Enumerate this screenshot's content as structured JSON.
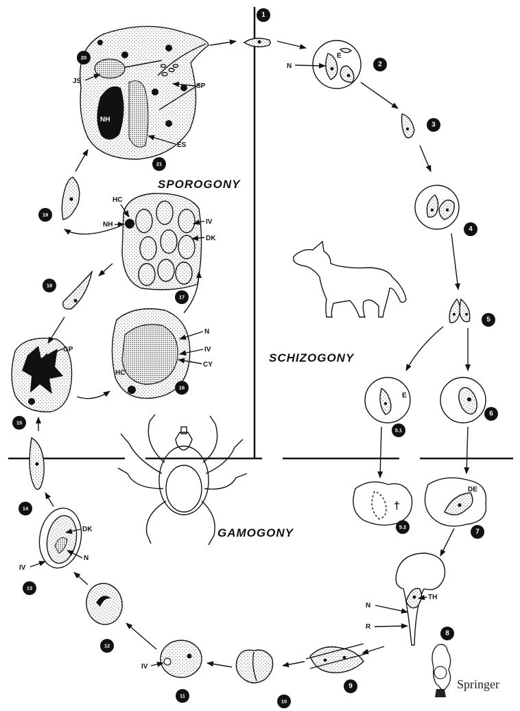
{
  "phases": {
    "sporogony": "SPOROGONY",
    "schizogony": "SCHIZOGONY",
    "gamogony": "GAMOGONY"
  },
  "stages": [
    "1",
    "2",
    "3",
    "4",
    "5",
    "5.1",
    "5.2",
    "6",
    "7",
    "8",
    "9",
    "10",
    "11",
    "12",
    "13",
    "14",
    "15",
    "16",
    "17",
    "18",
    "19",
    "20",
    "21"
  ],
  "labels": {
    "E_2": "E",
    "N_2": "N",
    "E_51": "E",
    "dagger": "†",
    "DE": "DE",
    "TH": "TH",
    "N_8": "N",
    "R": "R",
    "IV_11": "IV",
    "DK_13": "DK",
    "N_13": "N",
    "IV_13": "IV",
    "GP": "GP",
    "HC_16": "HC",
    "N_16": "N",
    "IV_16": "IV",
    "CY": "CY",
    "HC_17": "HC",
    "NH_17": "NH",
    "IV_17": "IV",
    "DK_17": "DK",
    "JS": "JS",
    "SP": "SP",
    "NH_21": "NH",
    "ES": "ES"
  },
  "publisher": {
    "name": "Springer",
    "logo_icon": "springer-chess-knight-logo"
  }
}
